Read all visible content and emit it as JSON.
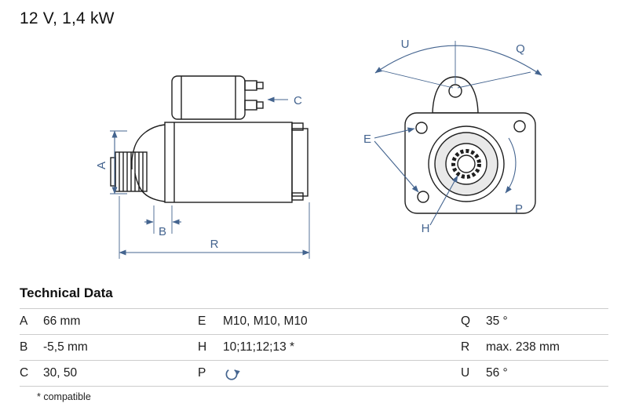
{
  "header": {
    "title": "12 V, 1,4 kW"
  },
  "diagram": {
    "labels": {
      "A": "A",
      "B": "B",
      "C": "C",
      "R": "R",
      "E": "E",
      "H": "H",
      "P": "P",
      "Q": "Q",
      "U": "U"
    },
    "accent_color": "#44648f",
    "line_color": "#1f1f1f"
  },
  "technical_data": {
    "heading": "Technical Data",
    "footnote": "* compatible",
    "rows": [
      {
        "k1": "A",
        "v1": "66 mm",
        "k2": "E",
        "v2": "M10, M10, M10",
        "k3": "Q",
        "v3": "35 °"
      },
      {
        "k1": "B",
        "v1": "-5,5 mm",
        "k2": "H",
        "v2": "10;11;12;13 *",
        "k3": "R",
        "v3": "max. 238 mm"
      },
      {
        "k1": "C",
        "v1": "30, 50",
        "k2": "P",
        "v2": "",
        "k3": "U",
        "v3": "56 °"
      }
    ],
    "p_value_icon": "rotation-direction-icon"
  }
}
